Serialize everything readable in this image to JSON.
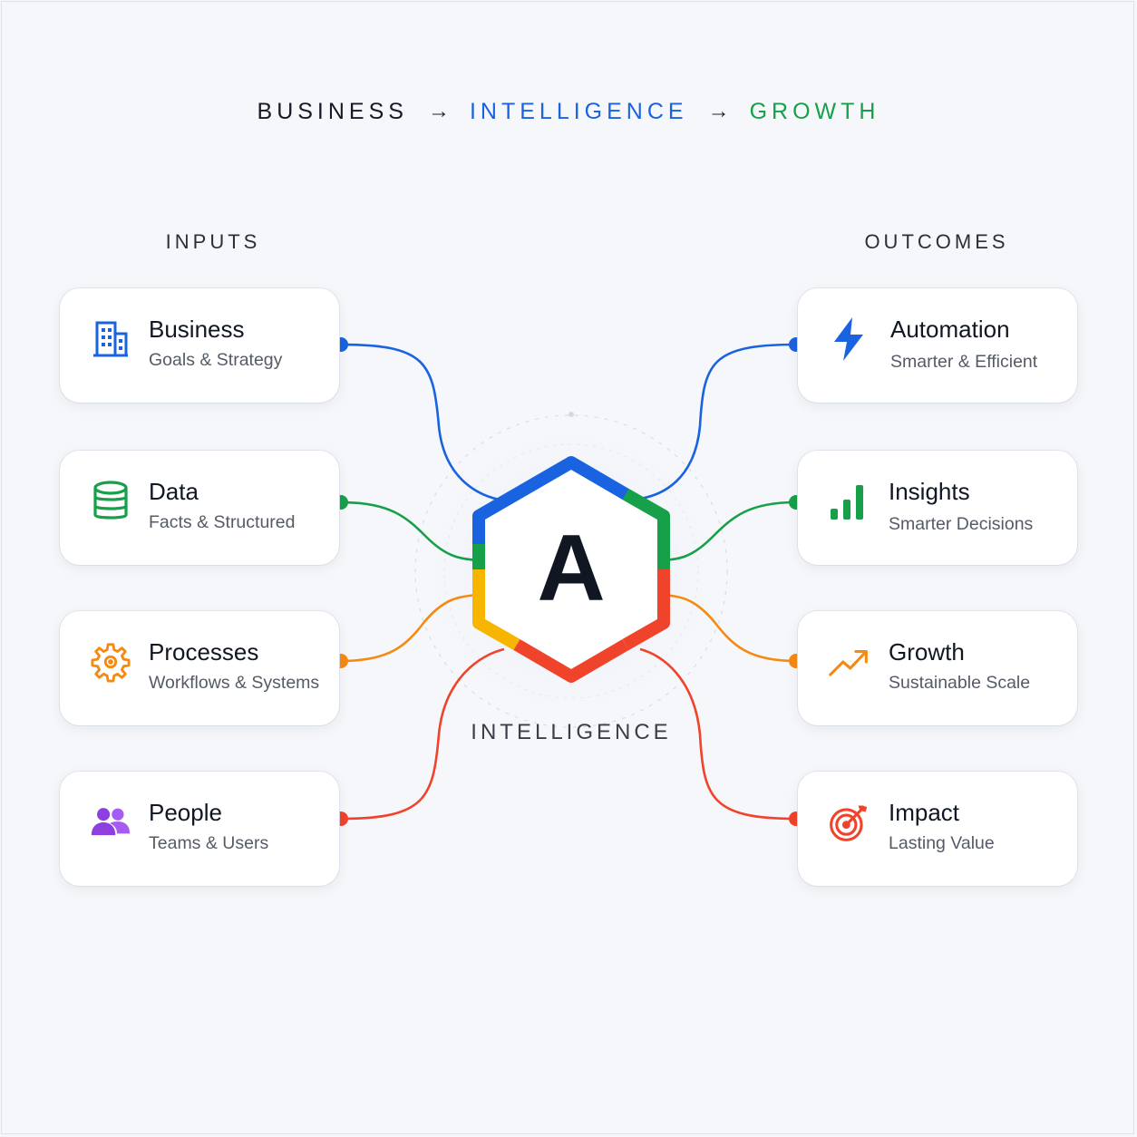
{
  "header": {
    "step1": "BUSINESS",
    "arrow1": "→",
    "step2": "INTELLIGENCE",
    "arrow2": "→",
    "step3": "GROWTH"
  },
  "inputs": {
    "title": "INPUTS",
    "items": [
      {
        "title": "Business",
        "subtitle": "Goals & Strategy",
        "icon": "building-icon",
        "color": "#1a63e0"
      },
      {
        "title": "Data",
        "subtitle": "Facts & Structured",
        "icon": "database-icon",
        "color": "#17a04a"
      },
      {
        "title": "Processes",
        "subtitle": "Workflows & Systems",
        "icon": "gear-icon",
        "color": "#f58a12"
      },
      {
        "title": "People",
        "subtitle": "Teams & Users",
        "icon": "people-icon",
        "color": "#8e3fe0"
      }
    ]
  },
  "outcomes": {
    "title": "OUTCOMES",
    "items": [
      {
        "title": "Automation",
        "subtitle": "Smarter & Efficient",
        "icon": "lightning-icon",
        "color": "#1a63e0"
      },
      {
        "title": "Insights",
        "subtitle": "Smarter Decisions",
        "icon": "bar-chart-icon",
        "color": "#17a04a"
      },
      {
        "title": "Growth",
        "subtitle": "Sustainable Scale",
        "icon": "trending-up-icon",
        "color": "#f58a12"
      },
      {
        "title": "Impact",
        "subtitle": "Lasting Value",
        "icon": "target-icon",
        "color": "#f0432c"
      }
    ]
  },
  "hub": {
    "letter": "A",
    "label": "INTELLIGENCE"
  },
  "colors": {
    "blue": "#1a63e0",
    "green": "#17a04a",
    "orange": "#f58a12",
    "red": "#f0432c",
    "yellow": "#f7b500",
    "text": "#111722"
  }
}
